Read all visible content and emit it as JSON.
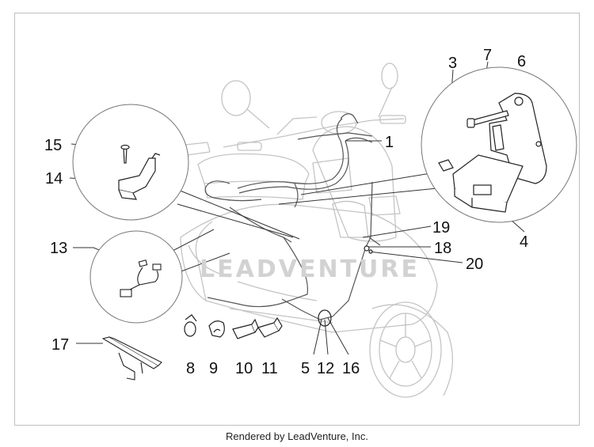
{
  "diagram": {
    "watermark": "LEADVENTURE",
    "callouts": {
      "c1": "1",
      "c3": "3",
      "c4": "4",
      "c5": "5",
      "c6": "6",
      "c7": "7",
      "c8": "8",
      "c9": "9",
      "c10": "10",
      "c11": "11",
      "c12": "12",
      "c13": "13",
      "c14": "14",
      "c15": "15",
      "c16": "16",
      "c17": "17",
      "c18": "18",
      "c19": "19",
      "c20": "20"
    }
  },
  "footer": {
    "text": "Rendered by LeadVenture, Inc."
  }
}
